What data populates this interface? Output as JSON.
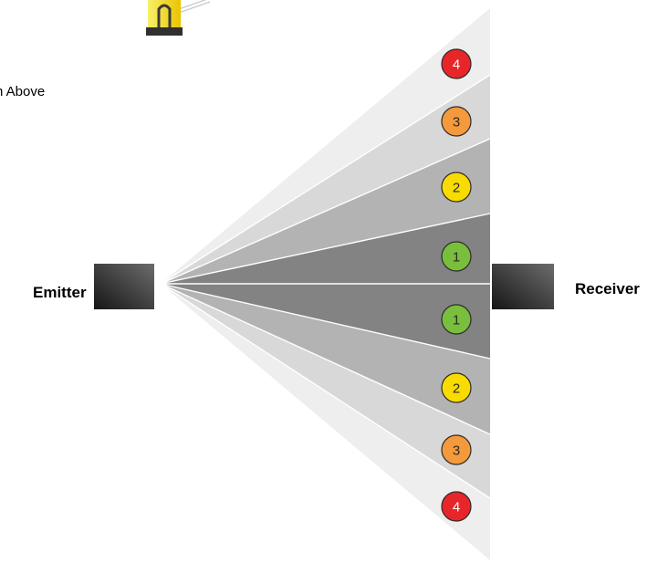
{
  "caption": "n Above",
  "devices": {
    "emitter": "Emitter",
    "receiver": "Receiver"
  },
  "zones": {
    "upper": [
      "4",
      "3",
      "2",
      "1"
    ],
    "lower": [
      "1",
      "2",
      "3",
      "4"
    ]
  },
  "colors": {
    "zone_1": "#79be3c",
    "zone_2": "#f8dc00",
    "zone_3": "#f59a3c",
    "zone_4": "#e8262a",
    "device_body": "#3b3b3b",
    "sensor_yellow": "#f7e51b"
  }
}
